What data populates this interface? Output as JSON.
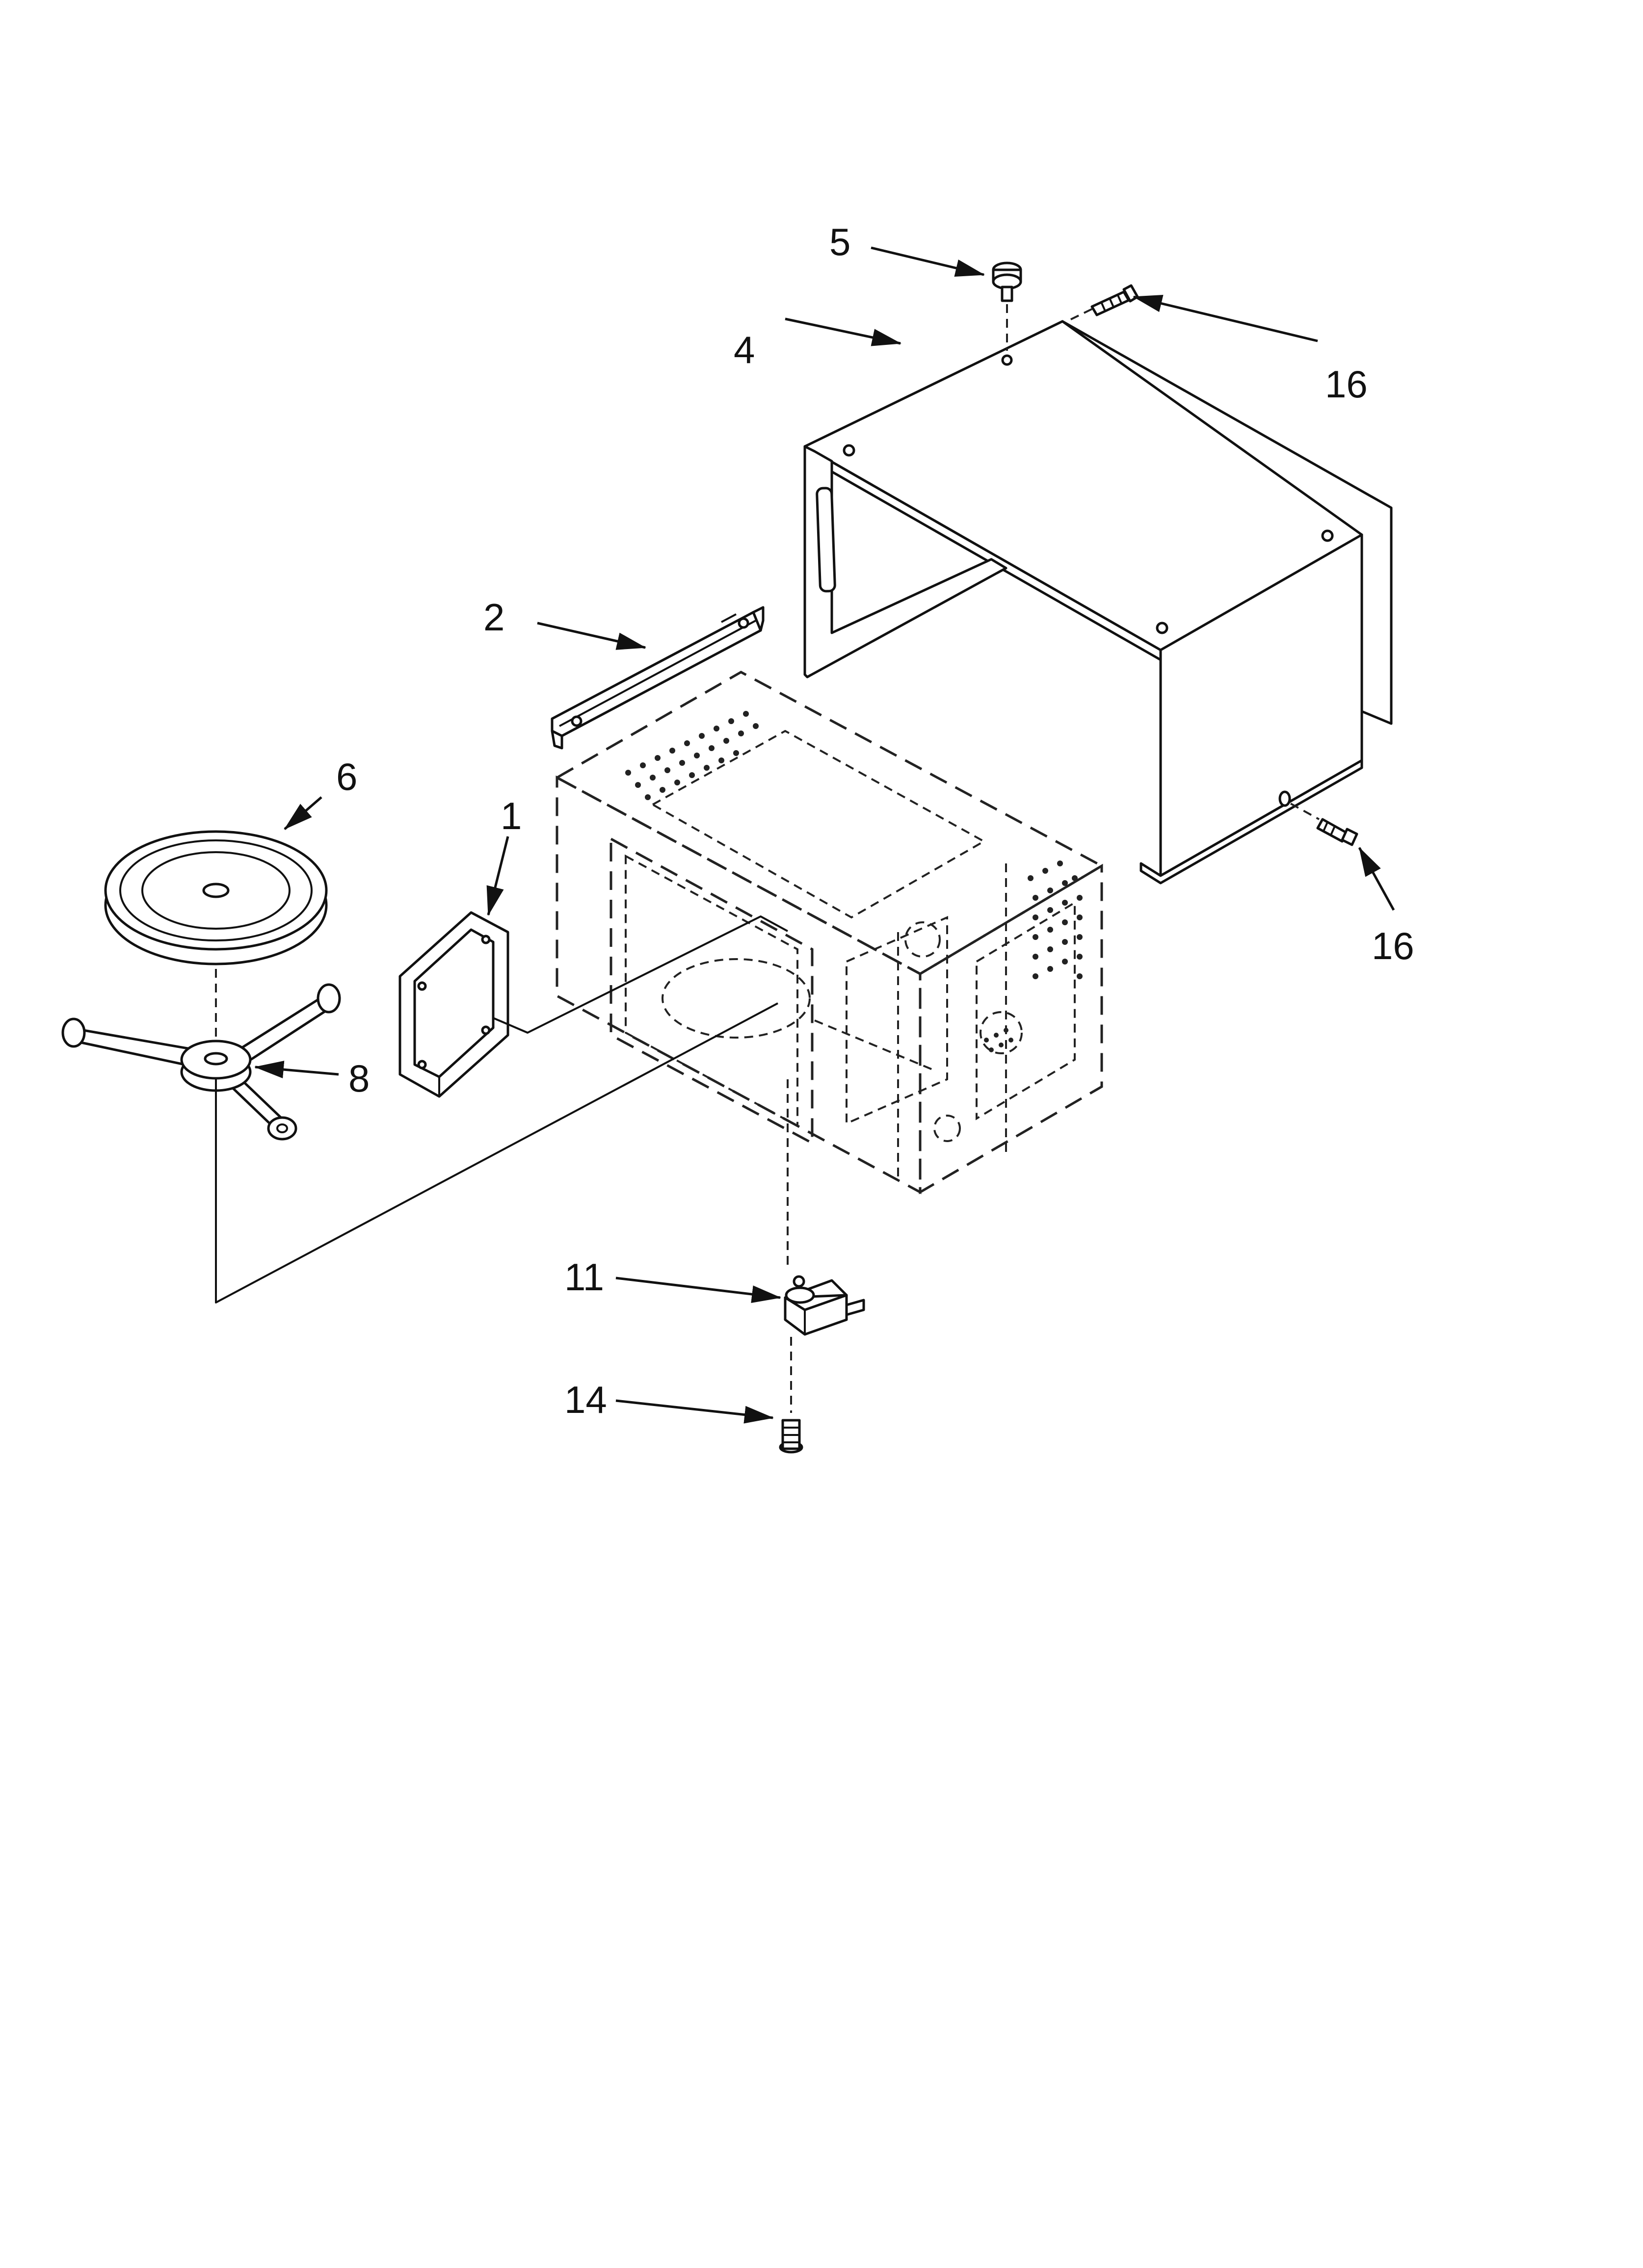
{
  "diagram": {
    "callouts": [
      {
        "id": "c1",
        "label": "1"
      },
      {
        "id": "c2",
        "label": "2"
      },
      {
        "id": "c4",
        "label": "4"
      },
      {
        "id": "c5",
        "label": "5"
      },
      {
        "id": "c6",
        "label": "6"
      },
      {
        "id": "c8",
        "label": "8"
      },
      {
        "id": "c11",
        "label": "11"
      },
      {
        "id": "c14",
        "label": "14"
      },
      {
        "id": "c16a",
        "label": "16"
      },
      {
        "id": "c16b",
        "label": "16"
      }
    ]
  }
}
